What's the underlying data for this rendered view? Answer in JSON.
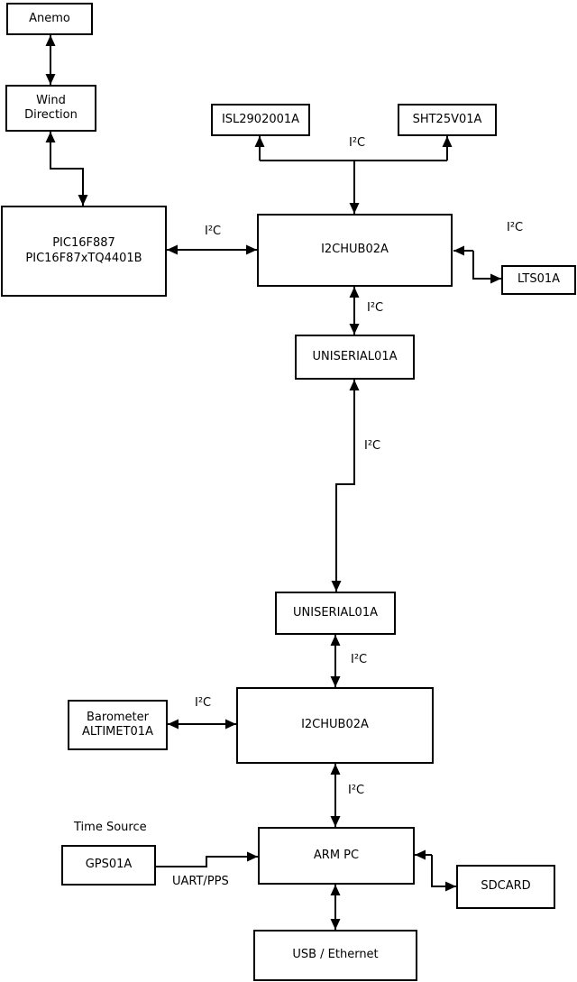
{
  "diagram": {
    "background_color": "#ffffff",
    "stroke_color": "#000000",
    "nodes": {
      "anemo": {
        "label": "Anemo"
      },
      "wind_direction": {
        "label": "Wind\nDirection"
      },
      "pic": {
        "label": "PIC16F887\nPIC16F87xTQ4401B"
      },
      "isl": {
        "label": "ISL2902001A"
      },
      "sht": {
        "label": "SHT25V01A"
      },
      "hub1": {
        "label": "I2CHUB02A"
      },
      "lts": {
        "label": "LTS01A"
      },
      "uniserial1": {
        "label": "UNISERIAL01A"
      },
      "uniserial2": {
        "label": "UNISERIAL01A"
      },
      "hub2": {
        "label": "I2CHUB02A"
      },
      "barometer": {
        "label": "Barometer\nALTIMET01A"
      },
      "gps": {
        "label": "GPS01A"
      },
      "arm_pc": {
        "label": "ARM PC"
      },
      "sdcard": {
        "label": "SDCARD"
      },
      "usb_ethernet": {
        "label": "USB / Ethernet"
      }
    },
    "labels": {
      "i2c": "I²C",
      "uart_pps": "UART/PPS",
      "time_source": "Time Source"
    },
    "edges": [
      {
        "from": "anemo",
        "to": "wind_direction",
        "bidirectional": true
      },
      {
        "from": "wind_direction",
        "to": "pic",
        "bidirectional": true
      },
      {
        "from": "pic",
        "to": "hub1",
        "bidirectional": true,
        "label": "I²C"
      },
      {
        "from": "hub1",
        "to": "isl",
        "bidirectional": false,
        "label": "I²C"
      },
      {
        "from": "hub1",
        "to": "sht",
        "bidirectional": false,
        "label": "I²C"
      },
      {
        "from": "hub1",
        "to": "lts",
        "bidirectional": true,
        "label": "I²C"
      },
      {
        "from": "hub1",
        "to": "uniserial1",
        "bidirectional": true,
        "label": "I²C"
      },
      {
        "from": "uniserial1",
        "to": "uniserial2",
        "bidirectional": true,
        "label": "I²C"
      },
      {
        "from": "uniserial2",
        "to": "hub2",
        "bidirectional": true,
        "label": "I²C"
      },
      {
        "from": "barometer",
        "to": "hub2",
        "bidirectional": true,
        "label": "I²C"
      },
      {
        "from": "hub2",
        "to": "arm_pc",
        "bidirectional": true,
        "label": "I²C"
      },
      {
        "from": "gps",
        "to": "arm_pc",
        "bidirectional": false,
        "label": "UART/PPS"
      },
      {
        "from": "arm_pc",
        "to": "sdcard",
        "bidirectional": true
      },
      {
        "from": "arm_pc",
        "to": "usb_ethernet",
        "bidirectional": true
      }
    ]
  }
}
